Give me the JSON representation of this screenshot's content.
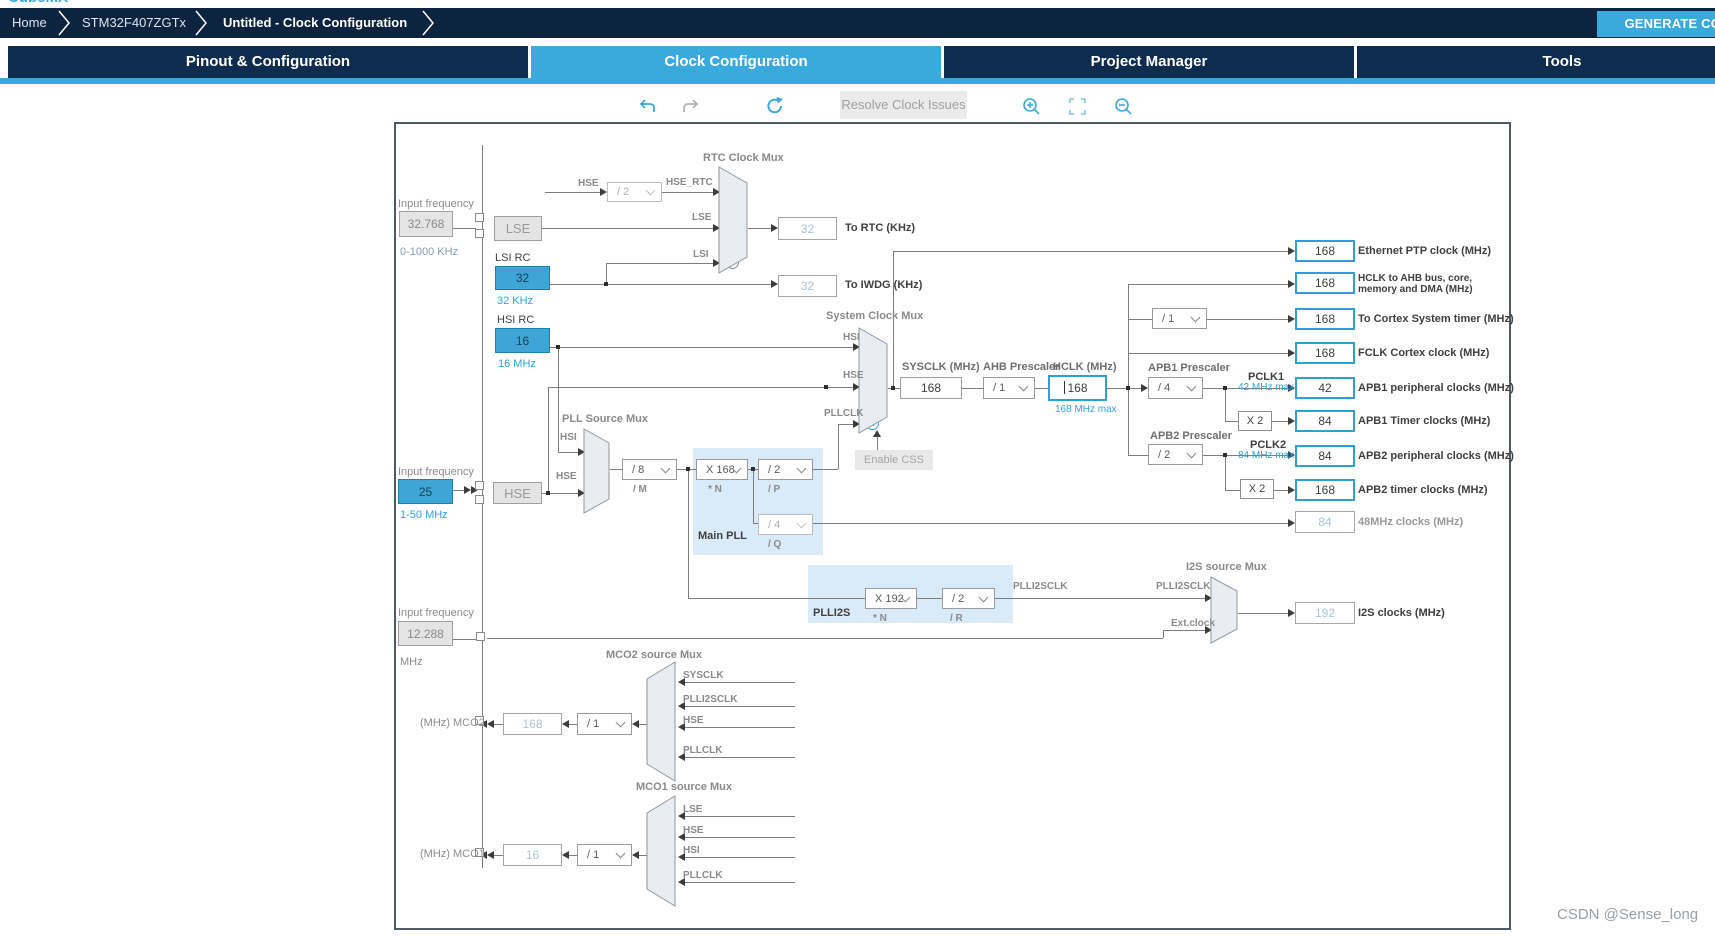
{
  "header": {
    "logo": "CubeMX",
    "breadcrumb": [
      "Home",
      "STM32F407ZGTx",
      "Untitled - Clock Configuration"
    ],
    "generate_button": "GENERATE CODE"
  },
  "tabs": [
    {
      "label": "Pinout & Configuration",
      "active": false
    },
    {
      "label": "Clock Configuration",
      "active": true
    },
    {
      "label": "Project Manager",
      "active": false
    },
    {
      "label": "Tools",
      "active": false
    }
  ],
  "toolbar": {
    "resolve_button": "Resolve Clock Issues"
  },
  "watermark": "CSDN @Sense_long",
  "colors": {
    "accent": "#3aa9dc",
    "navy": "#0d2441",
    "tab_navy": "#0e2c4e",
    "blue_box": "#3ea5d6",
    "hint_blue": "#2fa3dc"
  },
  "diagram": {
    "in1": {
      "label": "Input frequency",
      "value": "32.768",
      "hint": "0-1000 KHz"
    },
    "in2": {
      "label": "Input frequency",
      "value": "25",
      "hint": "1-50 MHz"
    },
    "in3": {
      "label": "Input frequency",
      "value": "12.288",
      "hint": "MHz"
    },
    "osc": {
      "lse": "LSE",
      "hse": "HSE",
      "lsi_title": "LSI RC",
      "lsi_value": "32",
      "lsi_hint": "32 KHz",
      "hsi_title": "HSI RC",
      "hsi_value": "16",
      "hsi_hint": "16 MHz"
    },
    "rtc": {
      "title": "RTC Clock Mux",
      "hse": "HSE",
      "div": "/ 2",
      "hse_rtc": "HSE_RTC",
      "lse": "LSE",
      "lsi": "LSI",
      "rtc_value": "32",
      "rtc_label": "To RTC (KHz)",
      "iwdg_value": "32",
      "iwdg_label": "To IWDG (KHz)"
    },
    "sysmux": {
      "title": "System Clock Mux",
      "hsi": "HSI",
      "hse": "HSE",
      "pllclk": "PLLCLK",
      "css": "Enable CSS"
    },
    "pllmux": {
      "title": "PLL Source Mux",
      "hsi": "HSI",
      "hse": "HSE"
    },
    "pll": {
      "title": "Main PLL",
      "m": "/ 8",
      "m_lbl": "/ M",
      "n": "X 168",
      "n_lbl": "* N",
      "p": "/ 2",
      "p_lbl": "/ P",
      "q": "/ 4",
      "q_lbl": "/ Q"
    },
    "chain": {
      "sysclk_lbl": "SYSCLK (MHz)",
      "sysclk": "168",
      "ahb_lbl": "AHB Prescaler",
      "ahb": "/ 1",
      "hclk_lbl": "HCLK (MHz)",
      "hclk": "168",
      "hclk_hint": "168 MHz max",
      "apb1_lbl": "APB1 Prescaler",
      "apb1": "/ 4",
      "pclk1": "PCLK1",
      "pclk1_max": "42 MHz max",
      "x2a": "X 2",
      "apb2_lbl": "APB2 Prescaler",
      "apb2": "/ 2",
      "pclk2": "PCLK2",
      "pclk2_max": "84 MHz max",
      "x2b": "X 2",
      "cortex_div": "/ 1"
    },
    "outputs": [
      {
        "value": "168",
        "label": "Ethernet PTP clock (MHz)",
        "disabled": false
      },
      {
        "value": "168",
        "label": "HCLK to AHB bus, core,",
        "label2": "memory and DMA (MHz)",
        "disabled": false
      },
      {
        "value": "168",
        "label": "To Cortex System timer (MHz)",
        "disabled": false
      },
      {
        "value": "168",
        "label": "FCLK Cortex clock (MHz)",
        "disabled": false
      },
      {
        "value": "42",
        "label": "APB1 peripheral clocks (MHz)",
        "disabled": false
      },
      {
        "value": "84",
        "label": "APB1 Timer clocks (MHz)",
        "disabled": false
      },
      {
        "value": "84",
        "label": "APB2 peripheral clocks (MHz)",
        "disabled": false
      },
      {
        "value": "168",
        "label": "APB2 timer clocks (MHz)",
        "disabled": false
      },
      {
        "value": "84",
        "label": "48MHz clocks (MHz)",
        "disabled": true
      },
      {
        "value": "192",
        "label": "I2S clocks (MHz)",
        "disabled": true
      }
    ],
    "plli2s": {
      "title": "PLLI2S",
      "n": "X 192",
      "n_lbl": "* N",
      "r": "/ 2",
      "r_lbl": "/ R",
      "sig1": "PLLI2SCLK",
      "sig2": "PLLI2SCLK"
    },
    "i2smux": {
      "title": "I2S source Mux",
      "in1": "PLLI2SCLK",
      "in2": "Ext.clock"
    },
    "mco2": {
      "title": "MCO2 source Mux",
      "inputs": [
        "SYSCLK",
        "PLLI2SCLK",
        "HSE",
        "PLLCLK"
      ],
      "div": "/ 1",
      "value": "168",
      "label": "(MHz) MCO2"
    },
    "mco1": {
      "title": "MCO1 source Mux",
      "inputs": [
        "LSE",
        "HSE",
        "HSI",
        "PLLCLK"
      ],
      "div": "/ 1",
      "value": "16",
      "label": "(MHz) MCO1"
    }
  }
}
